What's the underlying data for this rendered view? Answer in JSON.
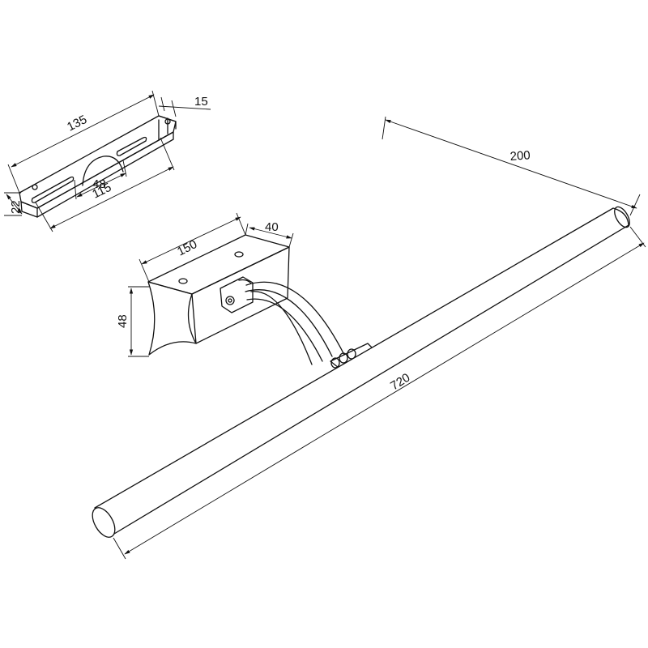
{
  "dimensions": {
    "bracket_length": "135",
    "bracket_depth": "15",
    "bracket_height": "22",
    "bracket_slot_gap": "48",
    "bracket_hole_spacing": "115",
    "base_length": "150",
    "base_depth": "40",
    "base_height": "48",
    "arm_reach": "200",
    "lamp_length": "720"
  }
}
